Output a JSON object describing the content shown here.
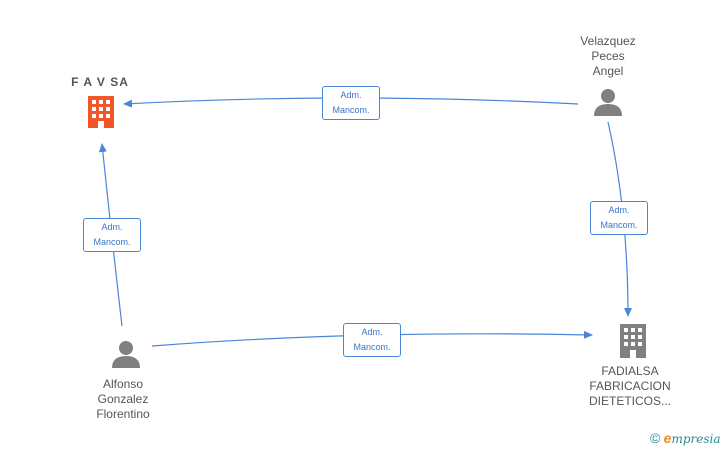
{
  "nodes": {
    "favsa": {
      "label": "F A V SA",
      "type": "company",
      "color": "#f0562a"
    },
    "velazquez": {
      "label": "Velazquez\nPeces\nAngel",
      "type": "person",
      "color": "#808080"
    },
    "alfonso": {
      "label": "Alfonso\nGonzalez\nFlorentino",
      "type": "person",
      "color": "#808080"
    },
    "fadialsa": {
      "label": "FADIALSA\nFABRICACION\nDIETETICOS...",
      "type": "company",
      "color": "#808080"
    }
  },
  "edges": [
    {
      "from": "velazquez",
      "to": "favsa",
      "label": "Adm.\nMancom."
    },
    {
      "from": "alfonso",
      "to": "favsa",
      "label": "Adm.\nMancom."
    },
    {
      "from": "velazquez",
      "to": "fadialsa",
      "label": "Adm.\nMancom."
    },
    {
      "from": "alfonso",
      "to": "fadialsa",
      "label": "Adm.\nMancom."
    }
  ],
  "colors": {
    "edge": "#4a86d8"
  },
  "watermark": {
    "copyright": "©",
    "brand_initial": "e",
    "brand_rest": "mpresia"
  }
}
